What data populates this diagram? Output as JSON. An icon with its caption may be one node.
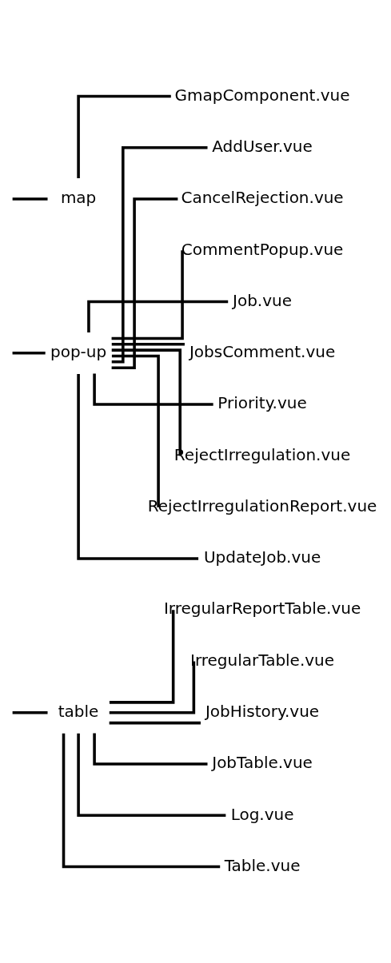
{
  "diagram": {
    "nodes": [
      {
        "text": [
          "map"
        ]
      },
      {
        "text": [
          "GmapComponent.vue"
        ]
      },
      {
        "text": [
          "pop-up"
        ]
      },
      {
        "text": [
          "AddUser.vue"
        ]
      },
      {
        "text": [
          "CancelRejection.vue"
        ]
      },
      {
        "text": [
          "CommentPopup.vue"
        ]
      },
      {
        "text": [
          "Job.vue"
        ]
      },
      {
        "text": [
          "JobsComment.vue"
        ]
      },
      {
        "text": [
          "Priority.vue"
        ]
      },
      {
        "text": [
          "RejectIrregulation.vue"
        ]
      },
      {
        "text": [
          "RejectIrregulationReport.vue"
        ]
      },
      {
        "text": [
          "UpdateJob.vue"
        ]
      },
      {
        "text": [
          "table"
        ]
      },
      {
        "text": [
          "IrregularReportTable.vue"
        ]
      },
      {
        "text": [
          "IrregularTable.vue"
        ]
      },
      {
        "text": [
          "JobHistory.vue"
        ]
      },
      {
        "text": [
          "JobTable.vue"
        ]
      },
      {
        "text": [
          "Log.vue"
        ]
      },
      {
        "text": [
          "Table.vue"
        ]
      }
    ],
    "edges": [
      {
        "from": null,
        "to": 0,
        "arrow": "none"
      },
      {
        "from": 0,
        "to": 1,
        "arrow": "none"
      },
      {
        "from": null,
        "to": 2,
        "arrow": "none"
      },
      {
        "from": 2,
        "to": 3,
        "arrow": "none"
      },
      {
        "from": 2,
        "to": 4,
        "arrow": "none"
      },
      {
        "from": 2,
        "to": 5,
        "arrow": "none"
      },
      {
        "from": 2,
        "to": 6,
        "arrow": "none"
      },
      {
        "from": 2,
        "to": 7,
        "arrow": "none"
      },
      {
        "from": 2,
        "to": 8,
        "arrow": "none"
      },
      {
        "from": 2,
        "to": 9,
        "arrow": "none"
      },
      {
        "from": 2,
        "to": 10,
        "arrow": "none"
      },
      {
        "from": 2,
        "to": 11,
        "arrow": "none"
      },
      {
        "from": null,
        "to": 12,
        "arrow": "none"
      },
      {
        "from": 12,
        "to": 13,
        "arrow": "none"
      },
      {
        "from": 12,
        "to": 14,
        "arrow": "none"
      },
      {
        "from": 12,
        "to": 15,
        "arrow": "none"
      },
      {
        "from": 12,
        "to": 16,
        "arrow": "none"
      },
      {
        "from": 12,
        "to": 17,
        "arrow": "none"
      },
      {
        "from": 12,
        "to": 18,
        "arrow": "none"
      }
    ]
  }
}
